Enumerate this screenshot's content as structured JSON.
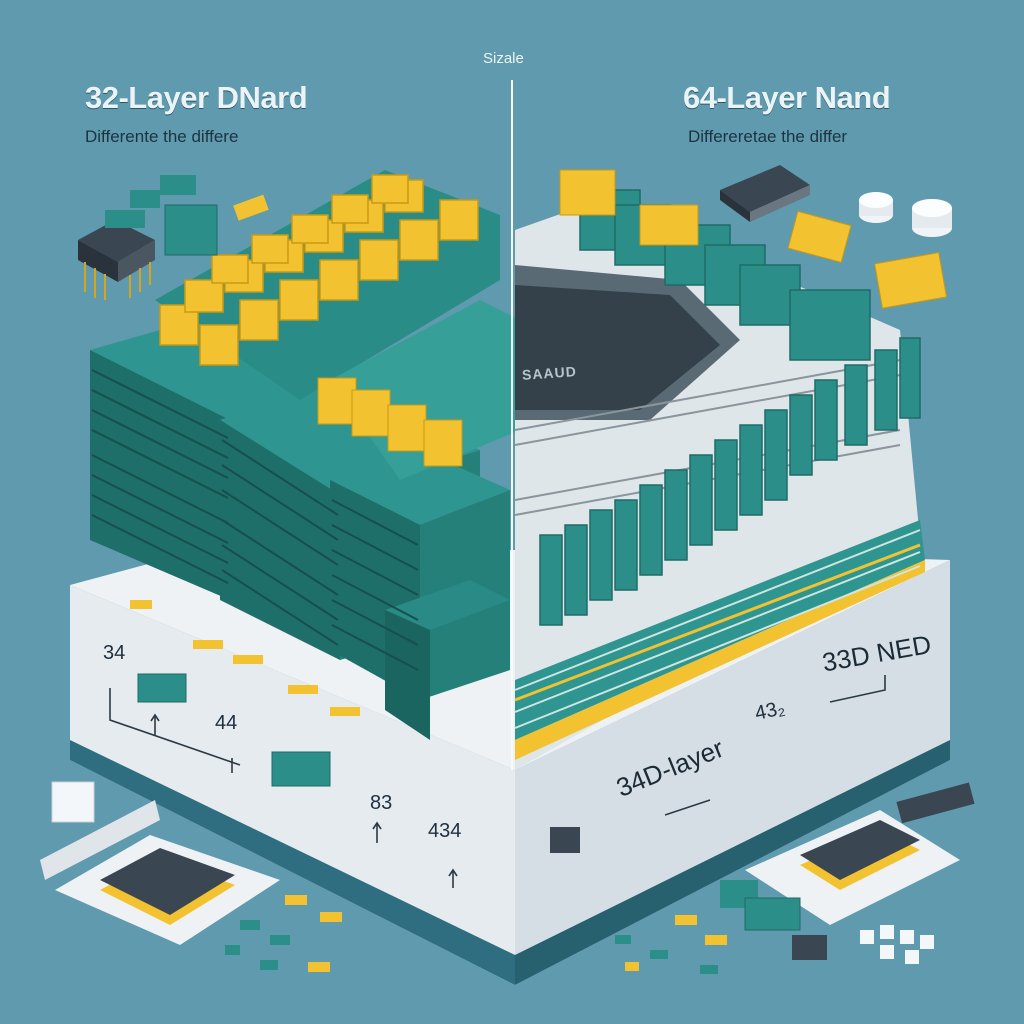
{
  "colors": {
    "background": "#5f9aae",
    "teal": "#2c8e89",
    "teal_dark": "#1f6f6c",
    "yellow": "#f2c230",
    "platform": "#e7edf1",
    "chip": "#3c4a55"
  },
  "left": {
    "title": "32-Layer DNard",
    "subtitle": "Differente the differe",
    "labels": [
      "34",
      "44",
      "83",
      "434"
    ]
  },
  "right": {
    "title": "64-Layer Nand",
    "subtitle": "Differeretae the differ",
    "labels": [
      "33D NED",
      "43₂",
      "34D-layer"
    ]
  },
  "divider_label": "Sizale",
  "chip_label": "SAAUD"
}
